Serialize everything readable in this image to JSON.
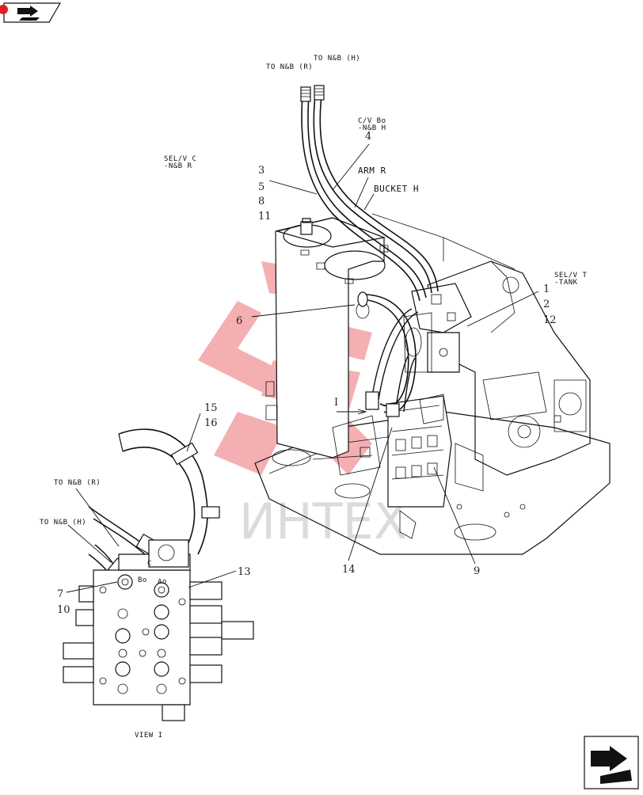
{
  "nav": {
    "top_icon": "flag-arrow-icon",
    "bottom_icon": "next-arrow-icon"
  },
  "labels": {
    "to_nb_h_top": "TO N&B (H)",
    "to_nb_r_top": "TO N&B (R)",
    "cv_bo_1": "C/V Bo",
    "cv_bo_2": "-N&B H",
    "selv_c_1": "SEL/V C",
    "selv_c_2": "-N&B R",
    "arm_r": "ARM R",
    "bucket_h": "BUCKET H",
    "selv_t_1": "SEL/V T",
    "selv_t_2": "-TANK",
    "to_nb_r_left": "TO N&B (R)",
    "to_nb_h_left": "TO N&B (H)",
    "view": "VIEW I",
    "arrow_i": "I",
    "port_c": "C",
    "port_bo": "Bo",
    "port_ao": "Ao"
  },
  "callouts": {
    "n1": "1",
    "n2": "2",
    "n3": "3",
    "n4": "4",
    "n5": "5",
    "n6": "6",
    "n7": "7",
    "n8": "8",
    "n9": "9",
    "n10": "10",
    "n11": "11",
    "n12": "12",
    "n13": "13",
    "n14": "14",
    "n15": "15",
    "n16": "16"
  },
  "watermark": {
    "text": "ИНТЕХ",
    "color": "#e11d24"
  }
}
